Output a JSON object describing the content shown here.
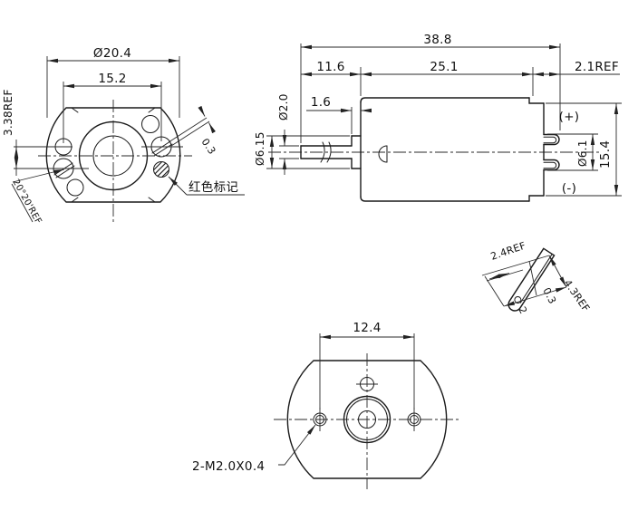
{
  "colors": {
    "background": "#ffffff",
    "line": "#1a1a1a"
  },
  "front": {
    "diameter": "Ø20.4",
    "hole_span": "15.2",
    "offset_ref": "3.38REF",
    "angle_ref": "20°20'REF",
    "slot_width": "0.3",
    "red_mark": "红色标记"
  },
  "side": {
    "total_length": "38.8",
    "shaft_section": "11.6",
    "body_length": "25.1",
    "terminal_ref": "2.1REF",
    "boss_length": "1.6",
    "shaft_dia": "Ø2.0",
    "boss_dia": "Ø6.15",
    "terminal_pitch": "Ø6.1",
    "cap_height": "15.4",
    "positive": "(+)",
    "negative": "(-)"
  },
  "detail": {
    "width_ref": "2.4REF",
    "thickness": "0.3",
    "tab_width": "2",
    "length_ref": "4.3REF"
  },
  "bottom": {
    "mount_span": "12.4",
    "thread_callout": "2-M2.0X0.4"
  }
}
